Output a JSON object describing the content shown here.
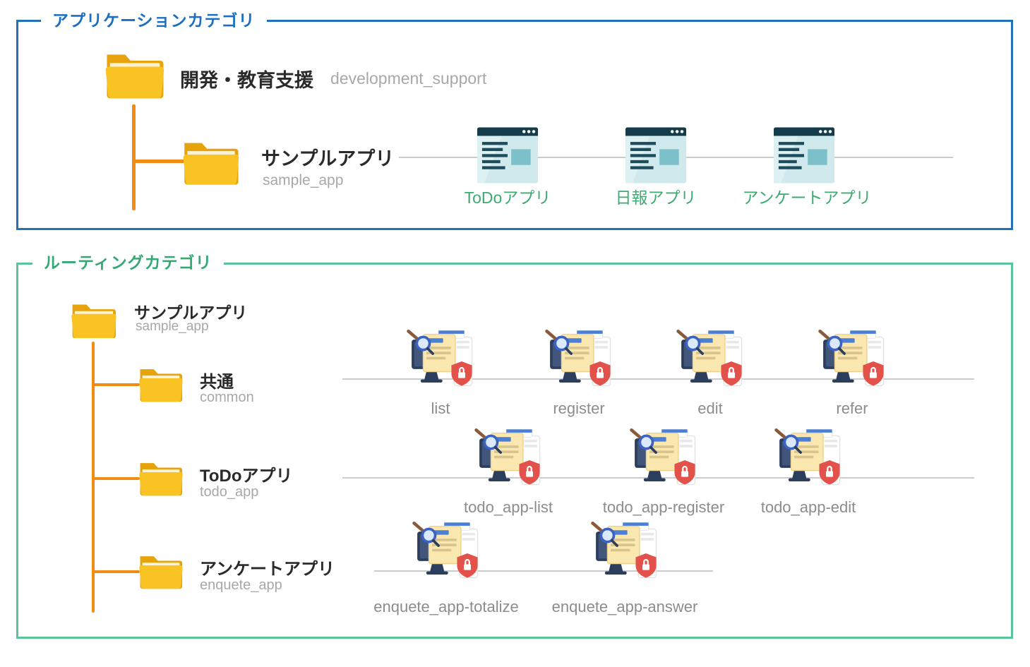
{
  "app_category": {
    "title": "アプリケーションカテゴリ",
    "root_folder": {
      "label": "開発・教育支援",
      "code": "development_support"
    },
    "child_folder": {
      "label": "サンプルアプリ",
      "code": "sample_app"
    },
    "apps": [
      {
        "label": "ToDoアプリ"
      },
      {
        "label": "日報アプリ"
      },
      {
        "label": "アンケートアプリ"
      }
    ]
  },
  "routing_category": {
    "title": "ルーティングカテゴリ",
    "root_folder": {
      "label": "サンプルアプリ",
      "code": "sample_app"
    },
    "groups": [
      {
        "folder": {
          "label": "共通",
          "code": "common"
        },
        "routes": [
          {
            "label": "list"
          },
          {
            "label": "register"
          },
          {
            "label": "edit"
          },
          {
            "label": "refer"
          }
        ]
      },
      {
        "folder": {
          "label": "ToDoアプリ",
          "code": "todo_app"
        },
        "routes": [
          {
            "label": "todo_app-list"
          },
          {
            "label": "todo_app-register"
          },
          {
            "label": "todo_app-edit"
          }
        ]
      },
      {
        "folder": {
          "label": "アンケートアプリ",
          "code": "enquete_app"
        },
        "routes": [
          {
            "label": "enquete_app-totalize"
          },
          {
            "label": "enquete_app-answer"
          }
        ]
      }
    ]
  },
  "colors": {
    "app_box_border": "#2272b9",
    "app_title": "#1b6ec2",
    "routing_box_border": "#5cc49b",
    "routing_title": "#35a874",
    "tree_line_orange": "#f08c14",
    "app_label_green": "#3faa72",
    "code_gray": "#a8a8a8",
    "route_label_gray": "#8c8c8c",
    "divider_gray": "#cccccc",
    "folder_yellow": "#f9c423"
  }
}
